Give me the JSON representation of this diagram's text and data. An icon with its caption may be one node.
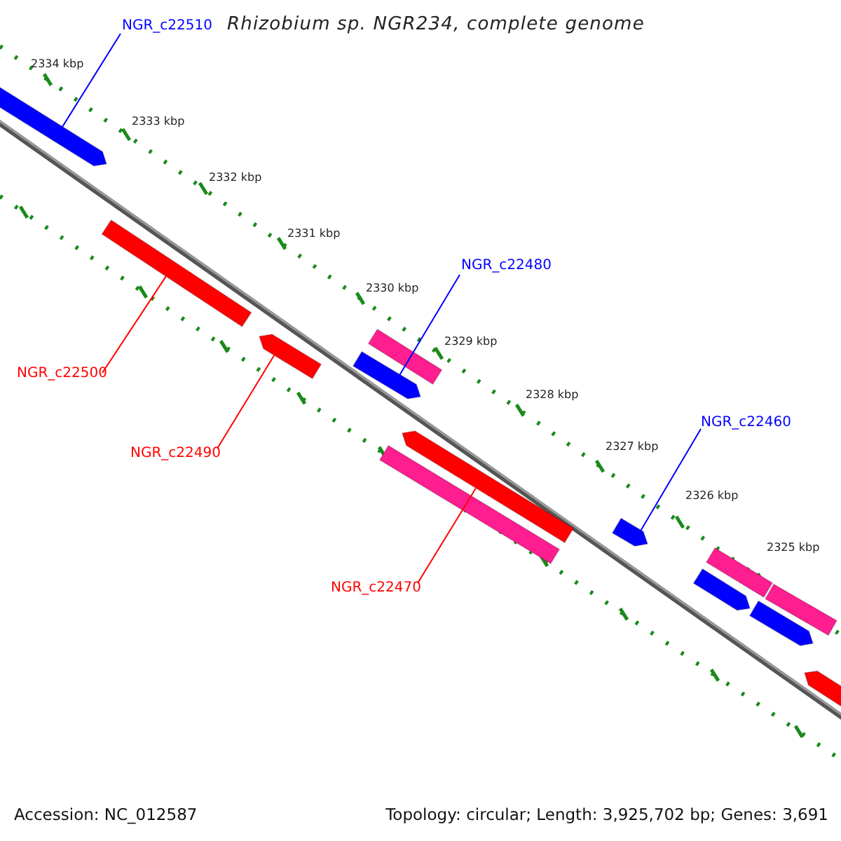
{
  "diagram": {
    "title": "Rhizobium sp. NGR234, complete genome",
    "nodes": [
      {
        "text": [
          "NGR_c22510"
        ]
      },
      {
        "text": [
          "NGR_c22480"
        ]
      },
      {
        "text": [
          "NGR_c22500"
        ]
      },
      {
        "text": [
          "NGR_c22490"
        ]
      },
      {
        "text": [
          "NGR_c22460"
        ]
      },
      {
        "text": [
          "NGR_c22470"
        ]
      },
      {
        "text": [],
        "shape": "bar"
      },
      {
        "text": [],
        "shape": "bar"
      },
      {
        "text": [],
        "shape": "bar"
      },
      {
        "text": [],
        "shape": "bar"
      },
      {
        "text": [],
        "shape": "bar"
      },
      {
        "text": [],
        "shape": "bar"
      },
      {
        "text": [],
        "shape": "bar"
      },
      {
        "text": [],
        "shape": "bar"
      },
      {
        "text": [],
        "shape": "bar"
      },
      {
        "text": [],
        "shape": "bar"
      },
      {
        "text": [],
        "shape": "bar"
      },
      {
        "text": [],
        "shape": "bar"
      },
      {
        "text": [],
        "shape": "bar"
      }
    ],
    "edges": [
      {
        "from": 0,
        "to": 6,
        "arrow": "none",
        "color": "#0000ff"
      },
      {
        "from": 1,
        "to": 10,
        "arrow": "none",
        "color": "#0000ff"
      },
      {
        "from": 2,
        "to": 7,
        "arrow": "none",
        "color": "#ff0000"
      },
      {
        "from": 3,
        "to": 8,
        "arrow": "none",
        "color": "#ff0000"
      },
      {
        "from": 4,
        "to": 13,
        "arrow": "none",
        "color": "#0000ff"
      },
      {
        "from": 5,
        "to": 11,
        "arrow": "none",
        "color": "#ff0000"
      }
    ],
    "labels": [
      "2334 kbp",
      "2333 kbp",
      "2332 kbp",
      "2331 kbp",
      "2330 kbp",
      "2329 kbp",
      "2328 kbp",
      "2327 kbp",
      "2326 kbp",
      "2325 kbp",
      "Accession: NC_012587",
      "Topology: circular; Length: 3,925,702 bp; Genes: 3,691"
    ]
  }
}
